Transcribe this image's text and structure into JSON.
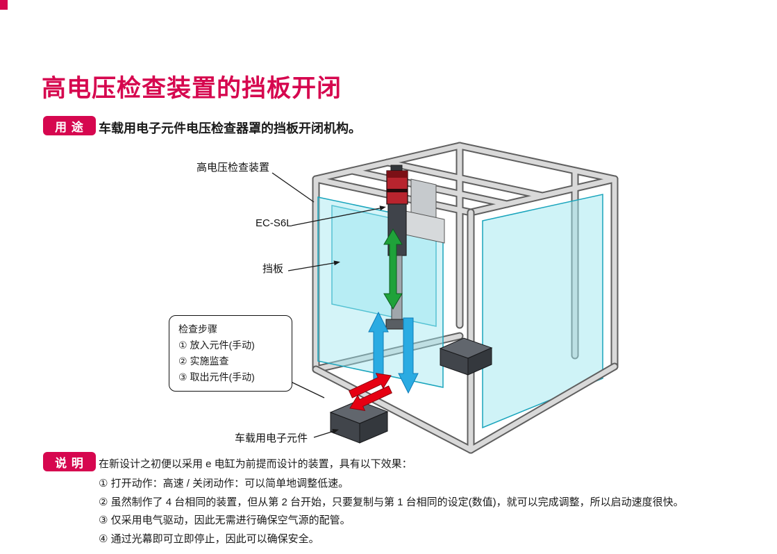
{
  "colors": {
    "accent": "#d6074f",
    "panel-cyan": "#9fe7f0",
    "panel-stroke": "#18a4bc",
    "arrow-green": "#1fa23a",
    "arrow-blue": "#2aabe2",
    "arrow-red": "#e60012"
  },
  "page": {
    "title": "高电压检查装置的挡板开闭"
  },
  "purpose": {
    "badge": "用 途",
    "text": "车载用电子元件电压检查器罩的挡板开闭机构。"
  },
  "diagram": {
    "labels": {
      "device": "高电压检查装置",
      "actuator": "EC-S6L",
      "shutter": "挡板",
      "component": "车载用电子元件"
    },
    "callout": {
      "title": "检查步骤",
      "steps": [
        "① 放入元件(手动)",
        "② 实施监查",
        "③ 取出元件(手动)"
      ]
    }
  },
  "explanation": {
    "badge": "说 明",
    "intro": "在新设计之初便以采用 e 电缸为前提而设计的装置，具有以下效果：",
    "points": [
      "① 打开动作：高速 / 关闭动作：可以简单地调整低速。",
      "② 虽然制作了 4 台相同的装置，但从第 2 台开始，只要复制与第 1 台相同的设定(数值)，就可以完成调整，所以启动速度很快。",
      "③ 仅采用电气驱动，因此无需进行确保空气源的配管。",
      "④ 通过光幕即可立即停止，因此可以确保安全。"
    ]
  }
}
